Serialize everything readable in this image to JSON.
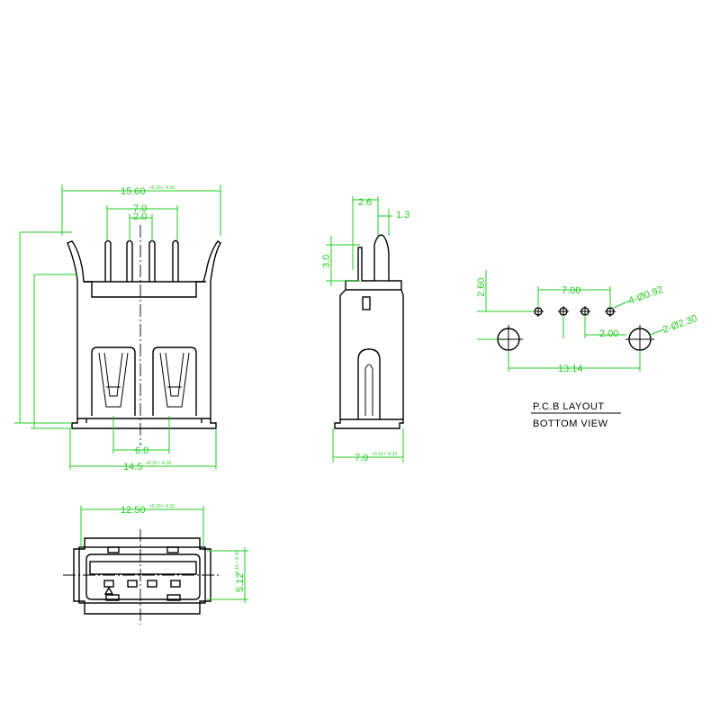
{
  "front_view": {
    "dim_total_width": "15.60",
    "dim_total_width_tol": "+0.10 / -0.10",
    "dim_pin_outer": "7.0",
    "dim_pin_pitch": "2.0",
    "dim_bottom_inner": "6.0",
    "dim_body_width": "14.5",
    "dim_body_width_tol": "+0.10 / -0.10"
  },
  "side_view": {
    "dim_top_offset": "2.6",
    "dim_pin_tip": "1.3",
    "dim_pin_height": "3.0",
    "dim_depth": "7.0",
    "dim_depth_tol": "+0.10 / -0.10"
  },
  "bottom_view": {
    "dim_width": "12.50",
    "dim_width_tol": "+0.10 / -0.10",
    "dim_height": "5.12",
    "dim_height_tol": "+0.10 / -0.10"
  },
  "pcb_layout": {
    "dim_vertical": "2.60",
    "dim_pin_span": "7.00",
    "dim_small_holes": "4-Ø0.92",
    "dim_pitch": "2.00",
    "dim_large_holes": "2-Ø2.30",
    "dim_large_span": "13.14",
    "title_line1": "P.C.B LAYOUT",
    "title_line2": "BOTTOM VIEW"
  },
  "colors": {
    "outline": "#000000",
    "dimension": "#22cc22"
  }
}
